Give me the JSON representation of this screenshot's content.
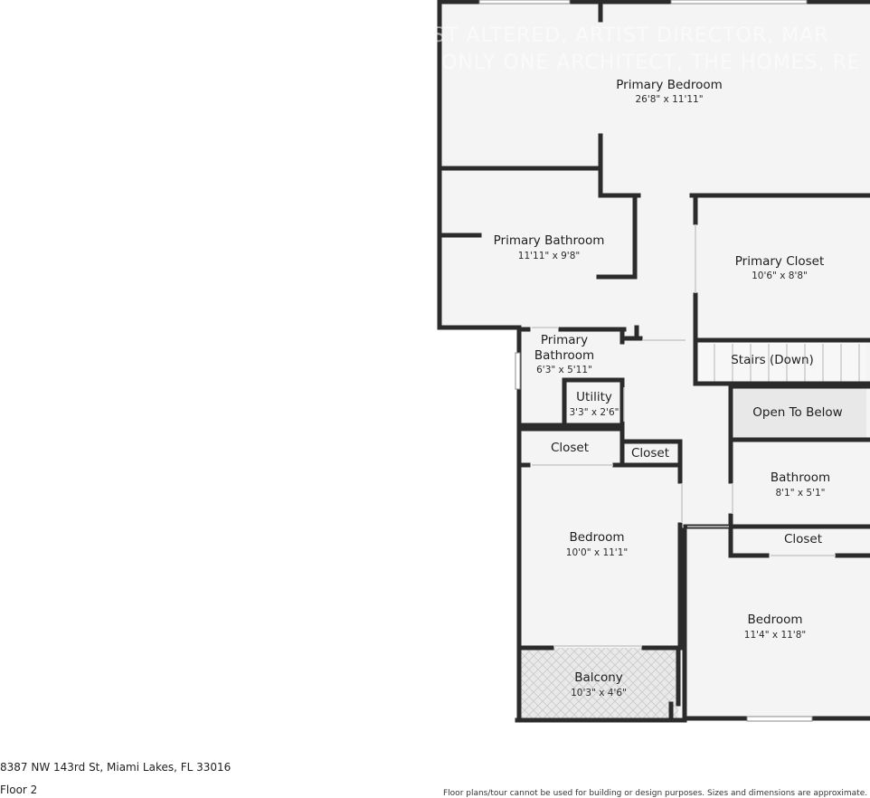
{
  "watermark": {
    "line1": "ST ALTERED, ARTIST DIRECTOR, MAR",
    "line2": "ONLY ONE ARCHITECT, THE HOMES, RE"
  },
  "rooms": {
    "primary_bedroom": {
      "name": "Primary Bedroom",
      "dims": "26'8\" x 11'11\""
    },
    "primary_bathroom": {
      "name": "Primary Bathroom",
      "dims": "11'11\" x 9'8\""
    },
    "primary_closet": {
      "name": "Primary Closet",
      "dims": "10'6\" x 8'8\""
    },
    "primary_bathroom_2": {
      "name_line1": "Primary",
      "name_line2": "Bathroom",
      "dims": "6'3\" x 5'11\""
    },
    "utility": {
      "name": "Utility",
      "dims": "3'3\" x 2'6\""
    },
    "stairs": {
      "name": "Stairs (Down)"
    },
    "open_to_below": {
      "name": "Open To Below"
    },
    "closet_left": {
      "name": "Closet"
    },
    "closet_mid": {
      "name": "Closet"
    },
    "bathroom": {
      "name": "Bathroom",
      "dims": "8'1\" x 5'1\""
    },
    "closet_right": {
      "name": "Closet"
    },
    "bedroom_left": {
      "name": "Bedroom",
      "dims": "10'0\" x 11'1\""
    },
    "bedroom_right": {
      "name": "Bedroom",
      "dims": "11'4\" x 11'8\""
    },
    "balcony": {
      "name": "Balcony",
      "dims": "10'3\" x 4'6\""
    }
  },
  "footer": {
    "address": "8387 NW 143rd St, Miami Lakes, FL 33016",
    "floor": "Floor 2",
    "disclaimer": "Floor plans/tour cannot be used for building or design purposes. Sizes and dimensions are approximate."
  },
  "colors": {
    "wall": "#2b2b2b",
    "floor_fill": "#f4f4f4",
    "grey_fill": "#e6e6e6",
    "window": "#ffffff"
  }
}
